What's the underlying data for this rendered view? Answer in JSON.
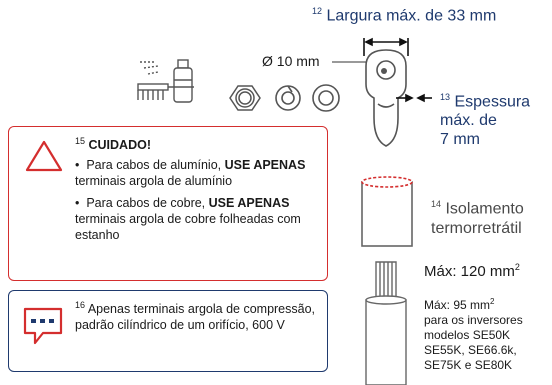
{
  "width_label": {
    "num": "12",
    "text": "Largura máx. de 33 mm"
  },
  "hole_label": "Ø 10 mm",
  "thickness_label": {
    "num": "13",
    "line1": "Espessura",
    "line2": "máx. de",
    "line3": "7 mm"
  },
  "caution": {
    "num": "15",
    "title": "CUIDADO!",
    "b1_pre": "Para cabos de alumínio, ",
    "b1_bold": "USE APENAS",
    "b1_post": " terminais argola de alumínio",
    "b2_pre": "Para cabos de cobre, ",
    "b2_bold": "USE APENAS",
    "b2_post": " terminais argola de cobre folheadas com estanho"
  },
  "note": {
    "num": "16",
    "text": "Apenas terminais argola de compressão, padrão cilíndric de um orifício, 600 V"
  },
  "shrink_label": {
    "num": "14",
    "line1": "Isolamento",
    "line2": "termorretrátil"
  },
  "max_label": {
    "text": "Máx: 120 mm",
    "sup": "2"
  },
  "max_small": {
    "line1_pre": "Máx: 95 mm",
    "line1_sup": "2",
    "line2": "para os inversores",
    "line3": "modelos SE50K",
    "line4": "SE55K, SE66.6k,",
    "line5": "SE75K e SE80K"
  },
  "icons": {
    "spray": "spray-brush-icon",
    "nut": "hex-nut-icon",
    "washer": "lock-washer-icon",
    "flat_washer": "flat-washer-icon",
    "caution": "warning-triangle-icon",
    "note": "speech-bubble-icon"
  },
  "colors": {
    "navy": "#1f3a6e",
    "red": "#d42e2e",
    "gray": "#6b6b6b"
  }
}
